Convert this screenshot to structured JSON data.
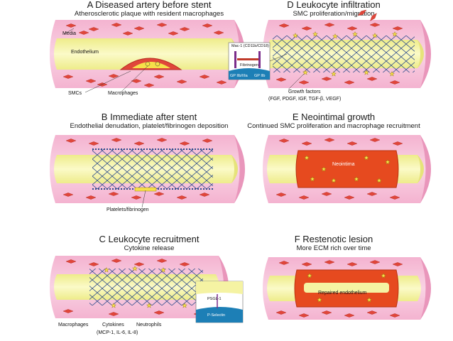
{
  "colors": {
    "media_pink": "#f2a9c9",
    "media_fill": "#f7c6dc",
    "lumen_yellow": "#f5f3a3",
    "smc_red": "#e0463a",
    "neointima_red": "#e64a1f",
    "stent_blue": "#2b4a8b",
    "macrophage_yellow": "#f6e04a"
  },
  "panels": {
    "a": {
      "title": "A Diseased artery before stent",
      "subtitle": "Atherosclerotic plaque with resident macrophages",
      "labels": {
        "media": "Media",
        "endothelium": "Endothelium",
        "smcs": "SMCs",
        "macrophages": "Macrophages"
      }
    },
    "b": {
      "title": "B  Immediate after stent",
      "subtitle": "Endothelial denudation, platelet/fibrinogen deposition",
      "labels": {
        "platelets": "Platelets/fibrinogen"
      }
    },
    "c": {
      "title": "C   Leukocyte recruitment",
      "subtitle": "Cytokine release",
      "labels": {
        "macrophages": "Macrophages",
        "cytokines": "Cytokines",
        "neutrophils": "Neutrophils",
        "cytokine_list": "(MCP-1, IL-6, IL-8)",
        "psgl": "PSGL-1",
        "pselectin": "P-Selectin"
      }
    },
    "d": {
      "title": "D   Leukocyte infiltration",
      "subtitle": "SMC proliferation/migration",
      "labels": {
        "mac1": "Mac-1 (CD11b/CD18)",
        "fibrinogen": "Fibrinogen",
        "gp_left": "GP IIb/IIIa",
        "gp_right": "GP IIb",
        "growth_factors": "Growth factors",
        "growth_list": "(FGF, PDGF, IGF, TGF-β, VEGF)"
      }
    },
    "e": {
      "title": "E   Neointimal growth",
      "subtitle": "Continued SMC proliferation and macrophage recruitment",
      "labels": {
        "neointima": "Neointima"
      }
    },
    "f": {
      "title": "F    Restenotic lesion",
      "subtitle": "More ECM rich over time",
      "labels": {
        "repaired": "Repaired endothelium"
      }
    }
  }
}
